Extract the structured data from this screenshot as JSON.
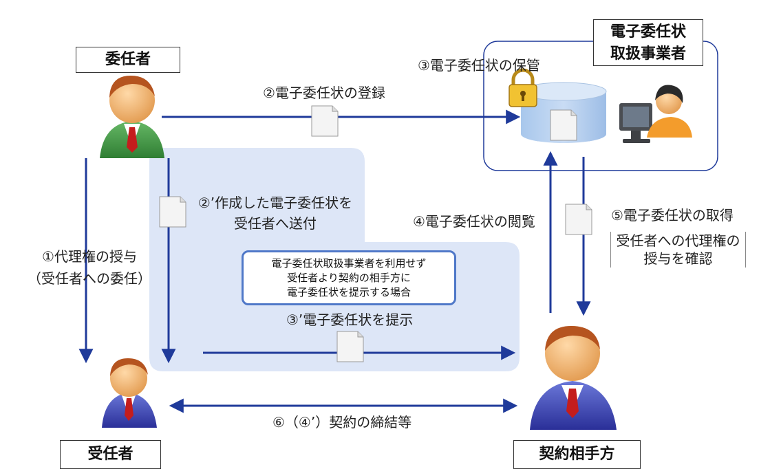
{
  "actors": {
    "delegator": "委任者",
    "delegate": "受任者",
    "counterparty": "契約相手方",
    "provider_line1": "電子委任状",
    "provider_line2": "取扱事業者"
  },
  "steps": {
    "s1_line1": "①代理権の授与",
    "s1_line2": "（受任者への委任）",
    "s2": "②電子委任状の登録",
    "s2p_line1": "②’作成した電子委任状を",
    "s2p_line2": "受任者へ送付",
    "s3": "③電子委任状の保管",
    "s3p": "③’電子委任状を提示",
    "s4": "④電子委任状の閲覧",
    "s5": "⑤電子委任状の取得",
    "s5_note_line1": "受任者への代理権の",
    "s5_note_line2": "授与を確認",
    "s6": "⑥（④’）契約の締結等"
  },
  "note": {
    "line1": "電子委任状取扱事業者を利用せず",
    "line2": "受任者より契約の相手方に",
    "line3": "電子委任状を提示する場合"
  },
  "icons": {
    "delegator": "businessman-green-icon",
    "delegate": "businessman-blue-icon",
    "counterparty": "businessman-blue-icon",
    "operator": "operator-at-computer-icon",
    "storage": "database-icon",
    "lock": "padlock-icon",
    "document": "document-icon"
  },
  "colors": {
    "arrow": "#1f3a9a",
    "panel": "#dde6f7",
    "note_border": "#4f78c8",
    "storage": "#b7d1ef"
  }
}
